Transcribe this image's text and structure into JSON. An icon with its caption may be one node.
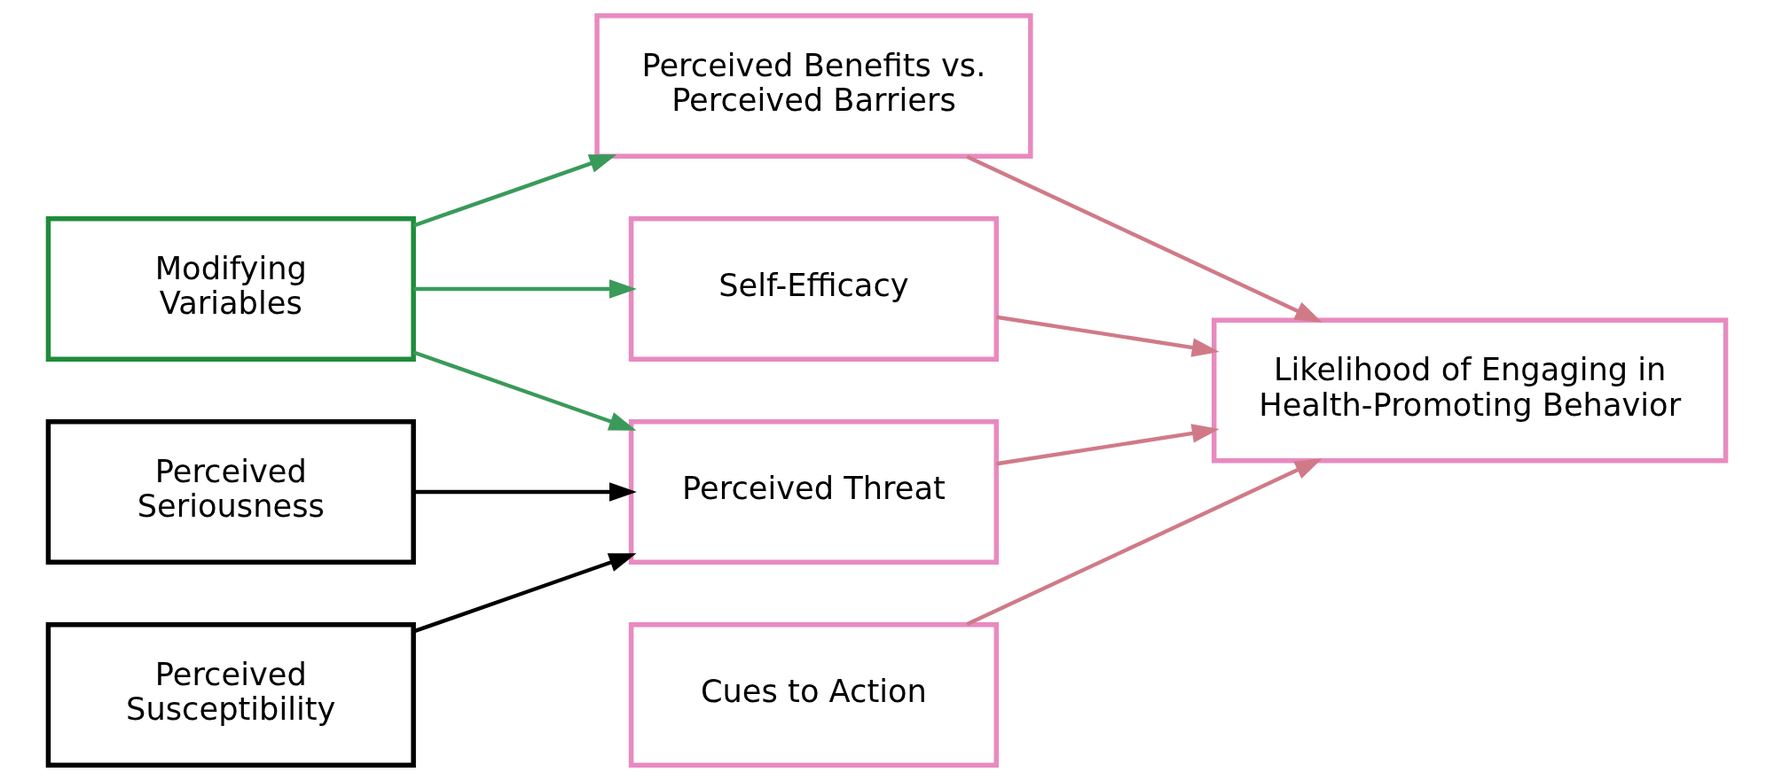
{
  "diagram": {
    "nodes": [
      {
        "text": [
          "Modifying Variables"
        ]
      },
      {
        "text": [
          "Perceived Seriousness"
        ]
      },
      {
        "text": [
          "Perceived Susceptibility"
        ]
      },
      {
        "text": [
          "Perceived Benefits vs. Perceived Barriers"
        ]
      },
      {
        "text": [
          "Perceived Threat"
        ]
      },
      {
        "text": [
          "Self-Efficacy"
        ]
      },
      {
        "text": [
          "Cues to Action"
        ]
      },
      {
        "text": [
          "Likelihood of Engaging in Health-Promoting Behavior"
        ]
      }
    ],
    "edges": [
      {
        "from": 0,
        "to": 3,
        "arrow": "to",
        "color": "#3a9a5a"
      },
      {
        "from": 0,
        "to": 4,
        "arrow": "to",
        "color": "#3a9a5a"
      },
      {
        "from": 0,
        "to": 5,
        "arrow": "to",
        "color": "#3a9a5a"
      },
      {
        "from": 1,
        "to": 4,
        "arrow": "to",
        "color": "#000000"
      },
      {
        "from": 2,
        "to": 4,
        "arrow": "to",
        "color": "#000000"
      },
      {
        "from": 3,
        "to": 7,
        "arrow": "to"
      },
      {
        "from": 4,
        "to": 7,
        "arrow": "to"
      },
      {
        "from": 5,
        "to": 7,
        "arrow": "to"
      },
      {
        "from": 6,
        "to": 7,
        "arrow": "to"
      }
    ]
  }
}
